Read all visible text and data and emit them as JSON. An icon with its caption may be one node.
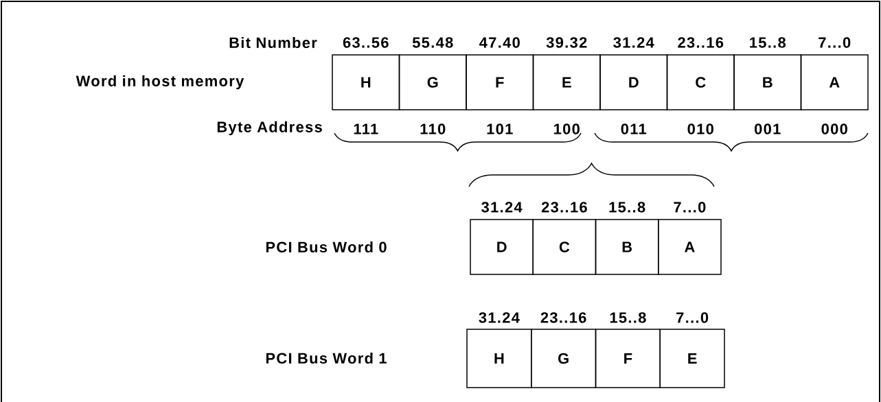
{
  "diagram": {
    "nodes": [
      {
        "text": [
          "H"
        ]
      },
      {
        "text": [
          "G"
        ]
      },
      {
        "text": [
          "F"
        ]
      },
      {
        "text": [
          "E"
        ]
      },
      {
        "text": [
          "D"
        ]
      },
      {
        "text": [
          "C"
        ]
      },
      {
        "text": [
          "B"
        ]
      },
      {
        "text": [
          "A"
        ]
      },
      {
        "text": [
          "D"
        ]
      },
      {
        "text": [
          "C"
        ]
      },
      {
        "text": [
          "B"
        ]
      },
      {
        "text": [
          "A"
        ]
      },
      {
        "text": [
          "H"
        ]
      },
      {
        "text": [
          "G"
        ]
      },
      {
        "text": [
          "F"
        ]
      },
      {
        "text": [
          "E"
        ]
      }
    ],
    "labels": [
      "Bit Number",
      "63..56",
      "55.48",
      "47.40",
      "39.32",
      "31.24",
      "23..16",
      "15..8",
      "7...0",
      "Word in host memory",
      "Byte Address",
      "111",
      "110",
      "101",
      "100",
      "011",
      "010",
      "001",
      "000",
      "31.24",
      "23..16",
      "15..8",
      "7...0",
      "PCI Bus Word 0",
      "31.24",
      "23..16",
      "15..8",
      "7...0",
      "PCI Bus Word 1"
    ]
  }
}
